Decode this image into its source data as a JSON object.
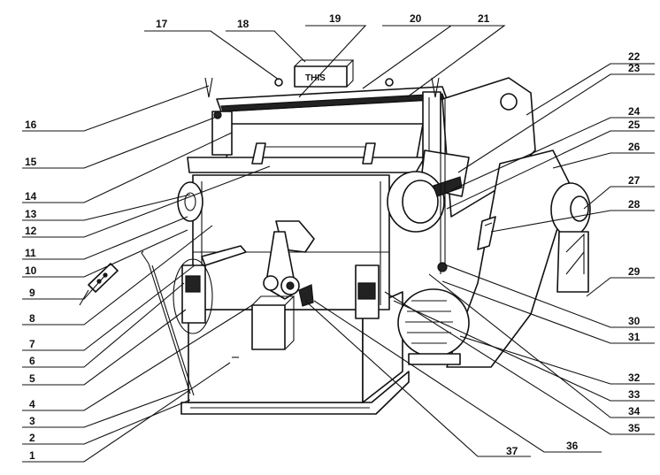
{
  "diagram": {
    "labels": [
      "1",
      "2",
      "3",
      "4",
      "5",
      "6",
      "7",
      "8",
      "9",
      "10",
      "11",
      "12",
      "13",
      "14",
      "15",
      "16",
      "17",
      "18",
      "19",
      "20",
      "21",
      "22",
      "23",
      "24",
      "25",
      "26",
      "27",
      "28",
      "29",
      "30",
      "31",
      "32",
      "33",
      "34",
      "35",
      "36",
      "37"
    ],
    "display_text": "THIS"
  }
}
